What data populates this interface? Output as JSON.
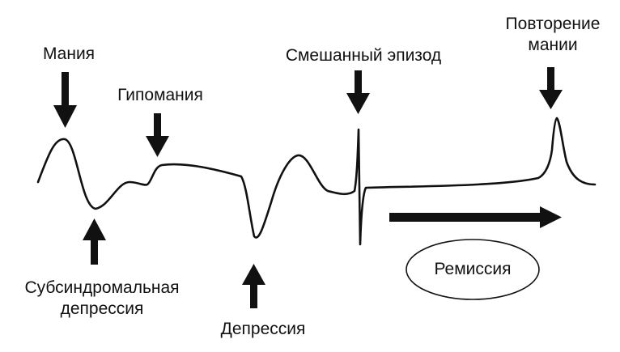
{
  "labels": {
    "mania": "Мания",
    "hypomania": "Гипомания",
    "mixed_episode": "Смешанный эпизод",
    "recurrence_line1": "Повторение",
    "recurrence_line2": "мании",
    "subsyndromal_line1": "Субсиндромальная",
    "subsyndromal_line2": "депрессия",
    "depression": "Депрессия",
    "remission": "Ремиссия"
  },
  "colors": {
    "ink": "#111111",
    "background": "#ffffff"
  }
}
